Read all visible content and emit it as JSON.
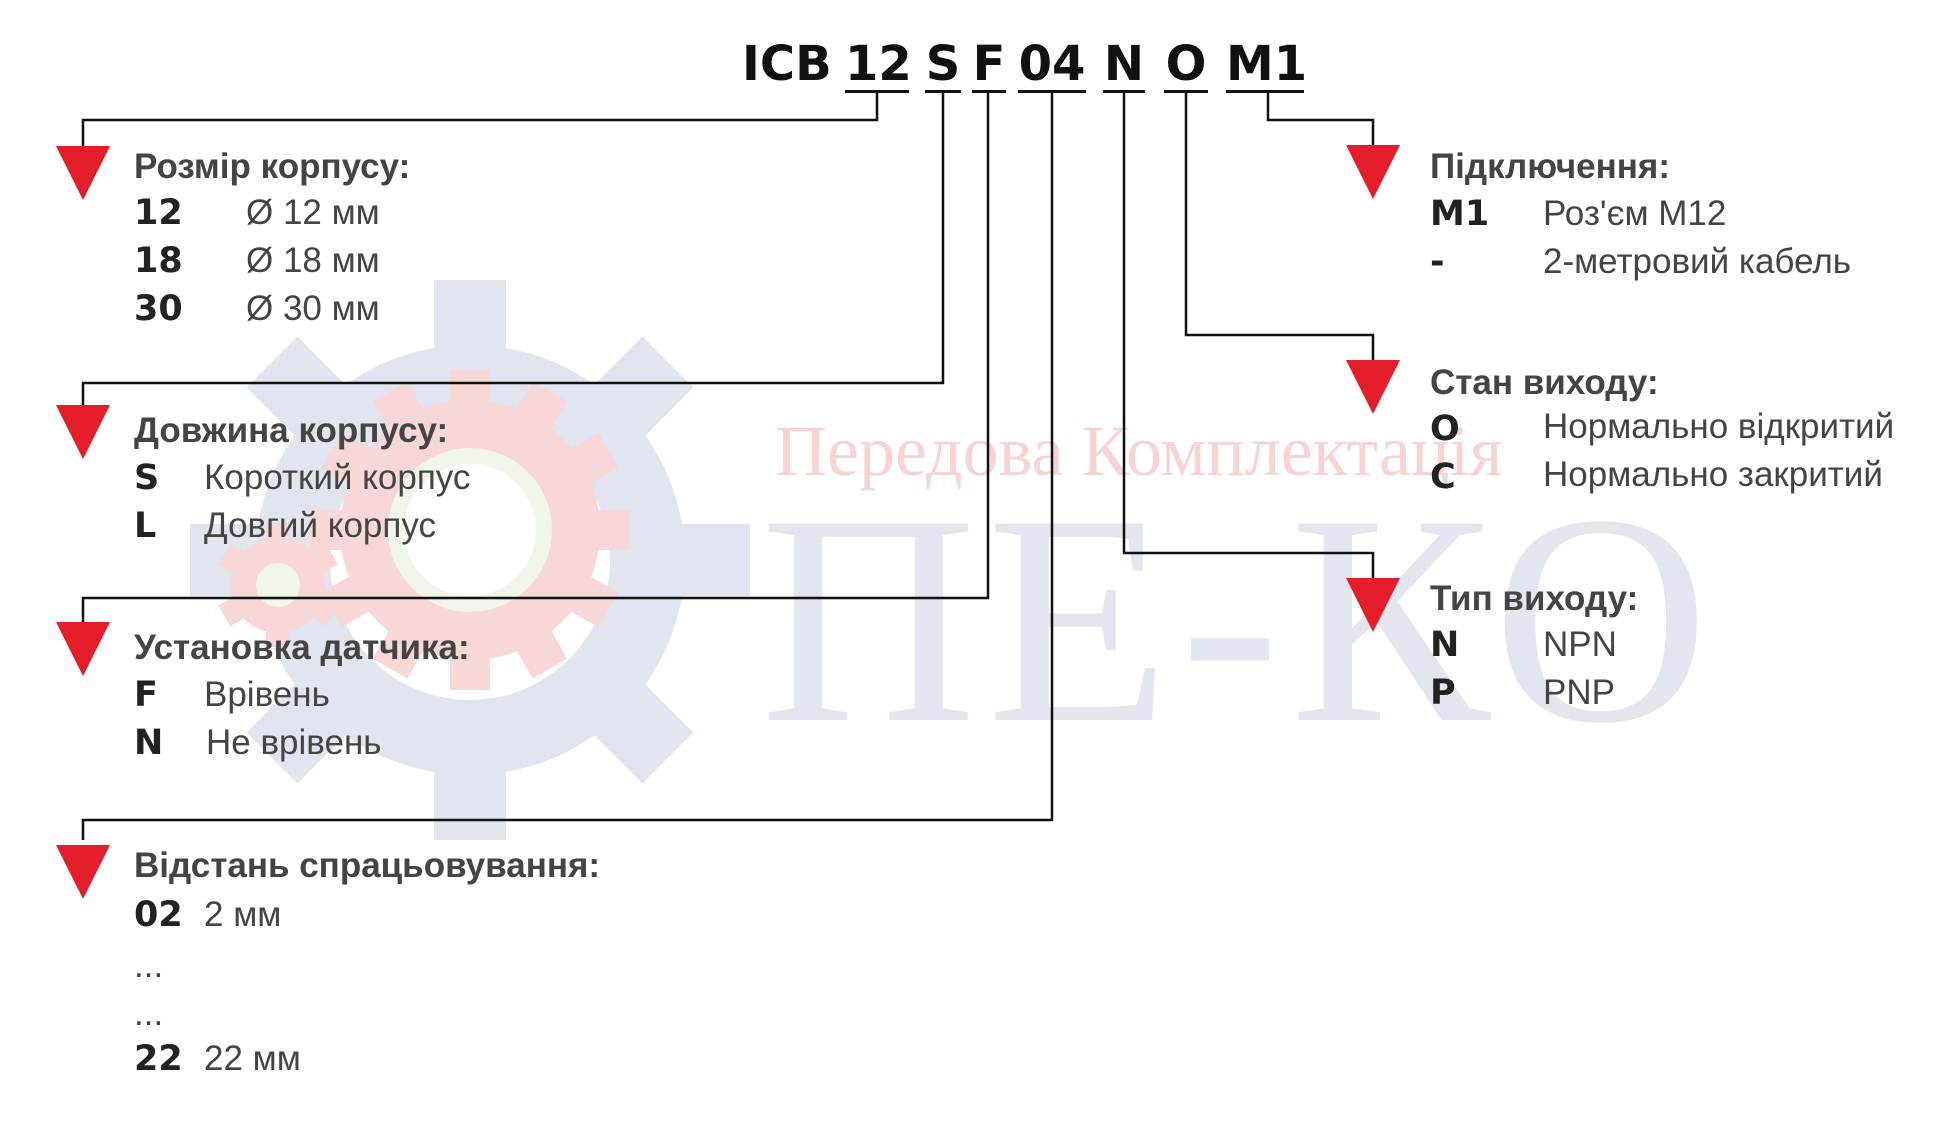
{
  "watermark": {
    "tagline": "Передова Комплектація",
    "logo_text": "ПЕ-КО"
  },
  "code": {
    "parts": [
      "ICB",
      "12",
      "S",
      "F",
      "04",
      "N",
      "O",
      "M1"
    ]
  },
  "sections": {
    "housing_size": {
      "title": "Розмір корпусу:",
      "rows": [
        {
          "key": "12",
          "value": "Ø 12 мм"
        },
        {
          "key": "18",
          "value": "Ø 18 мм"
        },
        {
          "key": "30",
          "value": "Ø 30 мм"
        }
      ]
    },
    "housing_length": {
      "title": "Довжина корпусу:",
      "rows": [
        {
          "key": "S",
          "value": "Короткий корпус"
        },
        {
          "key": "L",
          "value": "Довгий корпус"
        }
      ]
    },
    "mounting": {
      "title": "Установка датчика:",
      "rows": [
        {
          "key": "F",
          "value": "Врівень"
        },
        {
          "key": "N",
          "value": "Не врівень"
        }
      ]
    },
    "sensing_distance": {
      "title": "Відстань спрацьовування:",
      "rows": [
        {
          "key": "02",
          "value": "2 мм"
        },
        {
          "key": "...",
          "value": ""
        },
        {
          "key": "...",
          "value": ""
        },
        {
          "key": "22",
          "value": "22 мм"
        }
      ]
    },
    "connection": {
      "title": "Підключення:",
      "rows": [
        {
          "key": "M1",
          "value": "Роз'єм M12"
        },
        {
          "key": "-",
          "value": "2-метровий кабель"
        }
      ]
    },
    "output_state": {
      "title": "Стан виходу:",
      "rows": [
        {
          "key": "O",
          "value": "Нормально відкритий"
        },
        {
          "key": "C",
          "value": "Нормально закритий"
        }
      ]
    },
    "output_type": {
      "title": "Тип виходу:",
      "rows": [
        {
          "key": "N",
          "value": "NPN"
        },
        {
          "key": "P",
          "value": "PNP"
        }
      ]
    }
  },
  "colors": {
    "arrow": "#e41d2b",
    "text": "#444444",
    "watermark_blue": "#d6dbe8",
    "watermark_red": "#f6cccc"
  }
}
